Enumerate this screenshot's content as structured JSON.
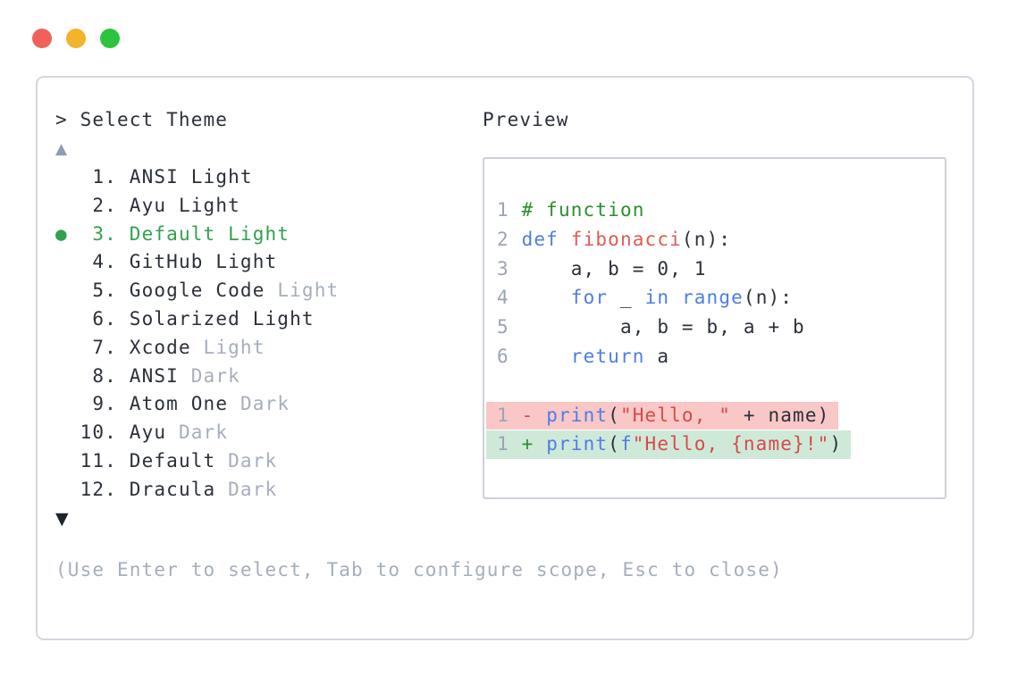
{
  "window": {
    "controls": [
      {
        "name": "close-button",
        "color": "#f1605a"
      },
      {
        "name": "minimize-button",
        "color": "#f3b32b"
      },
      {
        "name": "maximize-button",
        "color": "#2cc33e"
      }
    ]
  },
  "theme_picker": {
    "title": "> Select Theme",
    "scroll_up_indicator": "▲",
    "scroll_down_indicator": "▼",
    "items": [
      {
        "num": "1",
        "name": "ANSI Light",
        "variant": "",
        "selected": false
      },
      {
        "num": "2",
        "name": "Ayu Light",
        "variant": "",
        "selected": false
      },
      {
        "num": "3",
        "name": "Default Light",
        "variant": "",
        "selected": true
      },
      {
        "num": "4",
        "name": "GitHub Light",
        "variant": "",
        "selected": false
      },
      {
        "num": "5",
        "name": "Google Code",
        "variant": "Light",
        "selected": false
      },
      {
        "num": "6",
        "name": "Solarized Light",
        "variant": "",
        "selected": false
      },
      {
        "num": "7",
        "name": "Xcode",
        "variant": "Light",
        "selected": false
      },
      {
        "num": "8",
        "name": "ANSI",
        "variant": "Dark",
        "selected": false
      },
      {
        "num": "9",
        "name": "Atom One",
        "variant": "Dark",
        "selected": false
      },
      {
        "num": "10",
        "name": "Ayu",
        "variant": "Dark",
        "selected": false
      },
      {
        "num": "11",
        "name": "Default",
        "variant": "Dark",
        "selected": false
      },
      {
        "num": "12",
        "name": "Dracula",
        "variant": "Dark",
        "selected": false
      }
    ],
    "hint": "(Use Enter to select, Tab to configure scope, Esc to close)"
  },
  "preview": {
    "label": "Preview",
    "code_lines": [
      {
        "num": "1",
        "bg": "",
        "tokens": [
          [
            "# function",
            "comment"
          ]
        ]
      },
      {
        "num": "2",
        "bg": "",
        "tokens": [
          [
            "def",
            "keyword"
          ],
          [
            " ",
            "plain"
          ],
          [
            "fibonacci",
            "function"
          ],
          [
            "(n):",
            "plain"
          ]
        ]
      },
      {
        "num": "3",
        "bg": "",
        "tokens": [
          [
            "    a, b = 0, 1",
            "plain"
          ]
        ]
      },
      {
        "num": "4",
        "bg": "",
        "tokens": [
          [
            "    ",
            "plain"
          ],
          [
            "for",
            "keyword"
          ],
          [
            " _ ",
            "plain"
          ],
          [
            "in",
            "keyword"
          ],
          [
            " ",
            "plain"
          ],
          [
            "range",
            "keyword"
          ],
          [
            "(n):",
            "plain"
          ]
        ]
      },
      {
        "num": "5",
        "bg": "",
        "tokens": [
          [
            "        a, b = b, a + b",
            "plain"
          ]
        ]
      },
      {
        "num": "6",
        "bg": "",
        "tokens": [
          [
            "    ",
            "plain"
          ],
          [
            "return",
            "keyword"
          ],
          [
            " a",
            "plain"
          ]
        ]
      },
      {
        "num": "",
        "bg": "",
        "tokens": []
      },
      {
        "num": "1",
        "bg": "removed",
        "tokens": [
          [
            "- ",
            "removed-sign"
          ],
          [
            "print",
            "keyword"
          ],
          [
            "(",
            "plain"
          ],
          [
            "\"Hello, \"",
            "string"
          ],
          [
            " + name)",
            "plain"
          ]
        ]
      },
      {
        "num": "1",
        "bg": "added",
        "tokens": [
          [
            "+ ",
            "added-sign"
          ],
          [
            "print",
            "keyword"
          ],
          [
            "(",
            "plain"
          ],
          [
            "f",
            "keyword"
          ],
          [
            "\"Hello, {name}!\"",
            "string"
          ],
          [
            ")",
            "plain"
          ]
        ]
      }
    ]
  },
  "colors": {
    "selection_green": "#31a24c",
    "comment_green": "#2b8f2e",
    "keyword_blue": "#4d7ee6",
    "function_red": "#e05a52",
    "string_red": "#d64a4a",
    "plain_text": "#2b303a",
    "muted_gray": "#a6aebc",
    "diff_removed_bg": "#f9c7c6",
    "diff_added_bg": "#cfe9d9",
    "panel_border": "#d3d7e0"
  }
}
